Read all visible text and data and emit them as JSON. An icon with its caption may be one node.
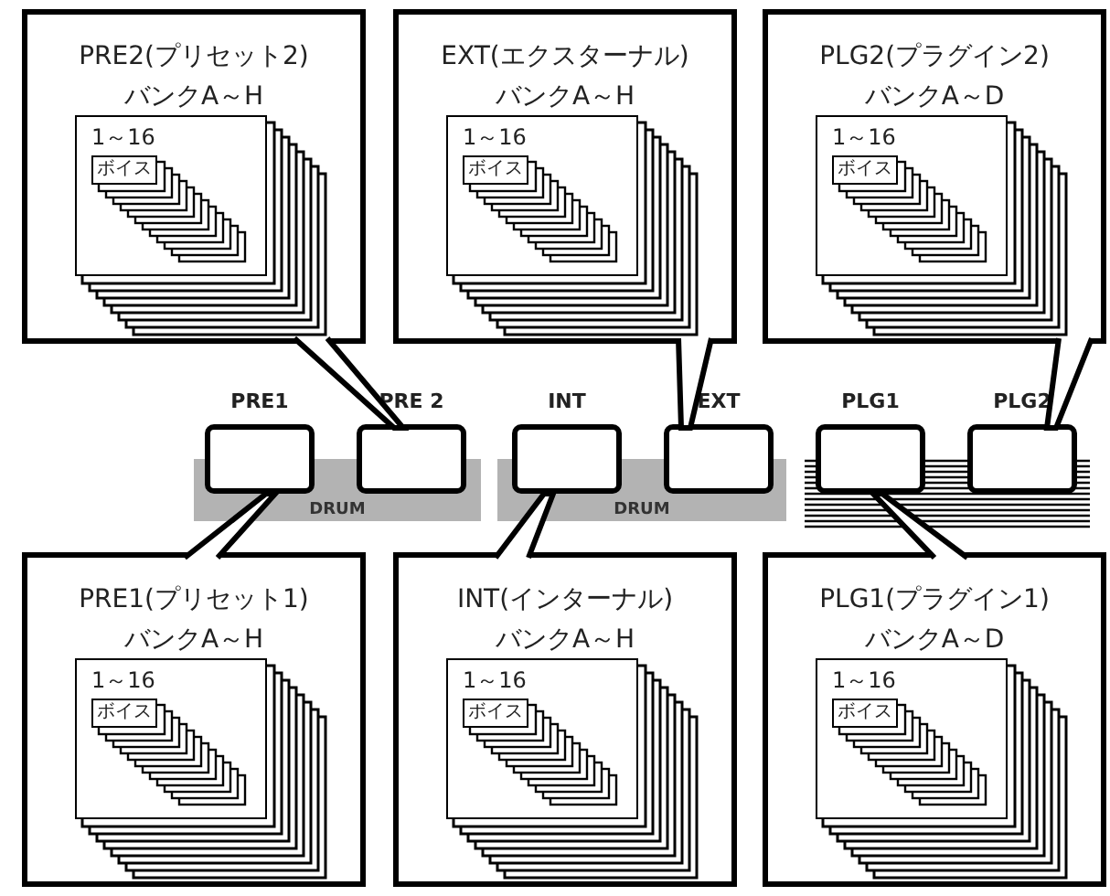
{
  "diagram": {
    "nodes": [
      {
        "text": [
          "PRE2(プリセット2)",
          "バンクA～H"
        ]
      },
      {
        "text": [
          "1～16"
        ],
        "in": 0
      },
      {
        "text": [
          "ボイス"
        ],
        "in": 1
      },
      {
        "text": [
          "EXT(エクスターナル)",
          "バンクA～H"
        ]
      },
      {
        "text": [
          "1～16"
        ],
        "in": 3
      },
      {
        "text": [
          "ボイス"
        ],
        "in": 4
      },
      {
        "text": [
          "PLG2(プラグイン2)",
          "バンクA～D"
        ]
      },
      {
        "text": [
          "1～16"
        ],
        "in": 6
      },
      {
        "text": [
          "ボイス"
        ],
        "in": 7
      },
      {
        "text": [
          "PRE1"
        ]
      },
      {
        "text": [
          "PRE 2"
        ]
      },
      {
        "text": [
          "INT"
        ]
      },
      {
        "text": [
          "EXT"
        ]
      },
      {
        "text": [
          "PLG1"
        ]
      },
      {
        "text": [
          "PLG2"
        ]
      },
      {
        "text": [
          "DRUM"
        ]
      },
      {
        "text": [
          "DRUM"
        ]
      },
      {
        "text": [
          "PRE1(プリセット1)",
          "バンクA～H"
        ]
      },
      {
        "text": [
          "1～16"
        ],
        "in": 17
      },
      {
        "text": [
          "ボイス"
        ],
        "in": 18
      },
      {
        "text": [
          "INT(インターナル)",
          "バンクA～H"
        ]
      },
      {
        "text": [
          "1～16"
        ],
        "in": 20
      },
      {
        "text": [
          "ボイス"
        ],
        "in": 21
      },
      {
        "text": [
          "PLG1(プラグイン1)",
          "バンクA～D"
        ]
      },
      {
        "text": [
          "1～16"
        ],
        "in": 23
      },
      {
        "text": [
          "ボイス"
        ],
        "in": 24
      }
    ],
    "edges": [
      {
        "from": 0,
        "to": 10,
        "arrow": "none"
      },
      {
        "from": 3,
        "to": 12,
        "arrow": "none"
      },
      {
        "from": 6,
        "to": 14,
        "arrow": "none"
      },
      {
        "from": 17,
        "to": 9,
        "arrow": "none"
      },
      {
        "from": 20,
        "to": 11,
        "arrow": "none"
      },
      {
        "from": 23,
        "to": 13,
        "arrow": "none"
      }
    ]
  }
}
